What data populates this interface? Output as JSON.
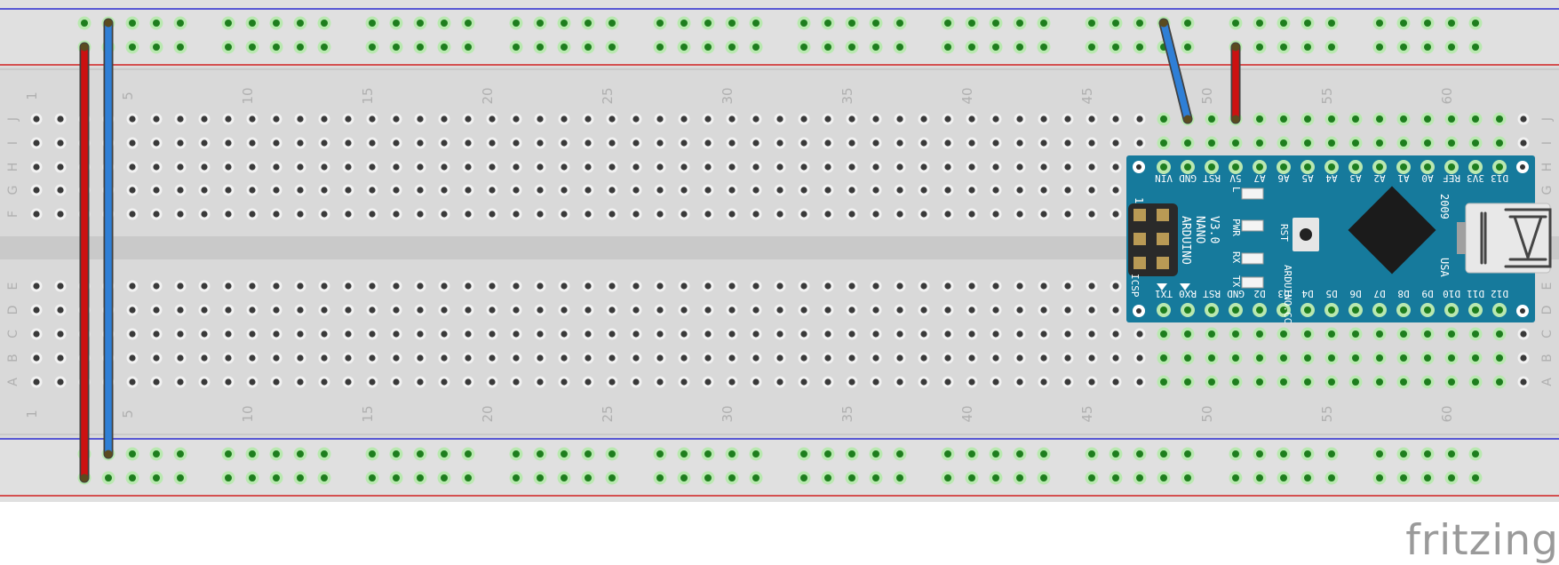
{
  "breadboard": {
    "columns": 63,
    "row_labels_top": [
      "J",
      "I",
      "H",
      "G",
      "F"
    ],
    "row_labels_bottom": [
      "E",
      "D",
      "C",
      "B",
      "A"
    ],
    "column_numbers": [
      "1",
      "5",
      "10",
      "15",
      "20",
      "25",
      "30",
      "35",
      "40",
      "45",
      "50",
      "55",
      "60"
    ],
    "colors": {
      "board": "#d9d9d9",
      "rail_board": "#e0e0e0",
      "hole": "#3a3a3a",
      "hole_connected": "#1e7e1e",
      "hole_glow": "#b9e8b0",
      "blue_line": "#2b2bd0",
      "red_line": "#d02020"
    }
  },
  "arduino": {
    "name_lines": [
      "ARDUINO",
      "NANO",
      "V3.0"
    ],
    "website": "ARDUINO.CC",
    "country": "USA",
    "year": "2009",
    "icsp_label": "ICSP",
    "icsp_pin_one": "1",
    "rst_label": "RST",
    "led_labels": [
      "L",
      "PWR",
      "RX",
      "TX"
    ],
    "top_pins": [
      "VIN",
      "GND",
      "RST",
      "5V",
      "A7",
      "A6",
      "A5",
      "A4",
      "A3",
      "A2",
      "A1",
      "A0",
      "REF",
      "3V3",
      "D13"
    ],
    "bottom_pins": [
      "TX1",
      "RX0",
      "RST",
      "GND",
      "D2",
      "D3",
      "D4",
      "D5",
      "D6",
      "D7",
      "D8",
      "D9",
      "D10",
      "D11",
      "D12"
    ],
    "colors": {
      "board": "#167a9c",
      "chip": "#1b1b1b",
      "text": "#ffffff"
    }
  },
  "wires": [
    {
      "name": "red-wire-left",
      "color": "#cc1111"
    },
    {
      "name": "blue-wire-left",
      "color": "#2f7fd6"
    },
    {
      "name": "blue-wire-right",
      "color": "#2f7fd6"
    },
    {
      "name": "red-wire-right",
      "color": "#cc1111"
    }
  ],
  "brand": "fritzing"
}
